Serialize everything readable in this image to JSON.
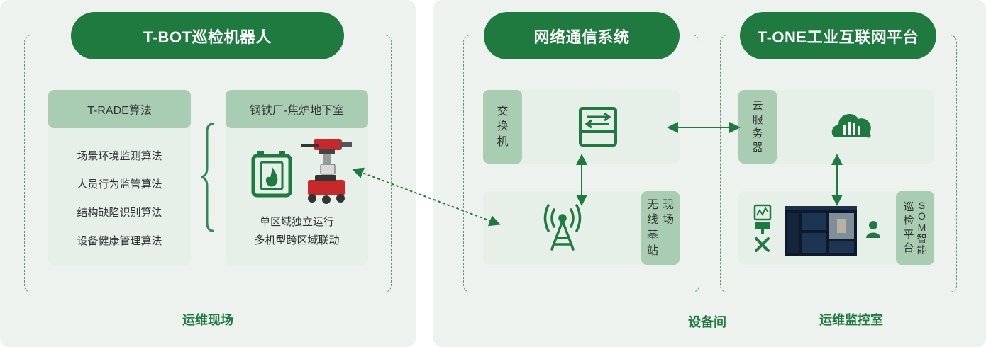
{
  "colors": {
    "accent": "#1f7a40",
    "tab": "#a8cdb3",
    "card": "#e6efe8",
    "panel": "#eef2ef"
  },
  "left": {
    "title": "T-BOT巡检机器人",
    "bottom_label": "运维现场",
    "algo_card": {
      "header": "T-RADE算法",
      "items": [
        "场景环境监测算法",
        "人员行为监管算法",
        "结构缺陷识别算法",
        "设备健康管理算法"
      ]
    },
    "site_card": {
      "header": "钢铁厂-焦炉地下室",
      "line1": "单区域独立运行",
      "line2": "多机型跨区域联动",
      "icons": [
        "furnace-flame-icon",
        "robot-icon"
      ]
    }
  },
  "right": {
    "bottom_label": "设备间",
    "network": {
      "title": "网络通信系统",
      "switch_label": [
        "交",
        "换",
        "机"
      ],
      "wireless_label_col1": [
        "无",
        "线",
        "基",
        "站"
      ],
      "wireless_label_col2": [
        "现",
        "场"
      ],
      "icons": [
        "switch-icon",
        "antenna-tower-icon"
      ]
    },
    "platform": {
      "title": "T-ONE工业互联网平台",
      "bottom_label": "运维监控室",
      "server_label": [
        "云",
        "服",
        "务",
        "器"
      ],
      "som_label_col1": [
        "巡",
        "检",
        "平",
        "台"
      ],
      "som_label_col2": [
        "S",
        "O",
        "M",
        "智",
        "能"
      ],
      "icons": [
        "cloud-server-icon",
        "monitor-tools-icon",
        "user-icon"
      ]
    }
  }
}
